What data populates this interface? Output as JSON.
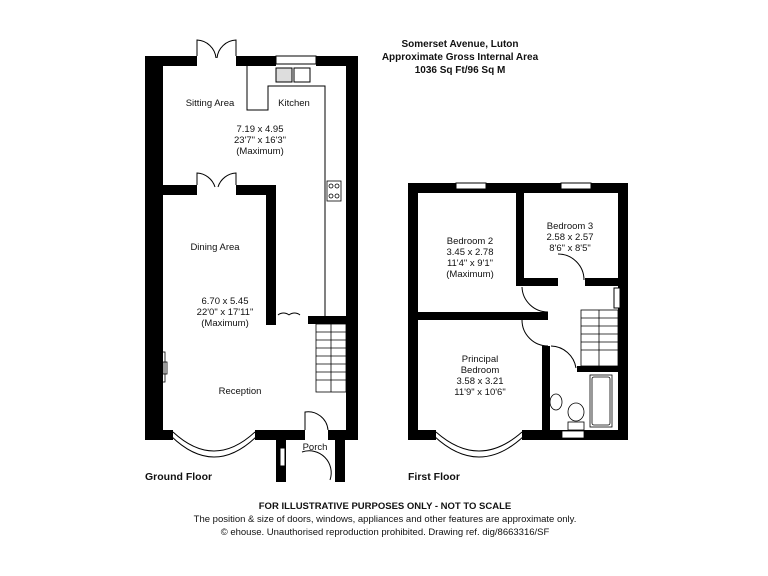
{
  "header": {
    "address": "Somerset Avenue, Luton",
    "area_label": "Approximate Gross Internal Area",
    "area_value": "1036 Sq Ft/96 Sq M"
  },
  "floors": [
    {
      "name": "Ground Floor",
      "rooms": [
        {
          "name": "Sitting Area"
        },
        {
          "name": "Kitchen"
        },
        {
          "name": "",
          "metric": "7.19 x 4.95",
          "imperial": "23'7\" x 16'3\"",
          "note": "(Maximum)"
        },
        {
          "name": "Dining Area"
        },
        {
          "name": "",
          "metric": "6.70 x 5.45",
          "imperial": "22'0\" x 17'11\"",
          "note": "(Maximum)"
        },
        {
          "name": "Reception"
        },
        {
          "name": "Porch"
        }
      ]
    },
    {
      "name": "First Floor",
      "rooms": [
        {
          "name": "Bedroom 2",
          "metric": "3.45 x 2.78",
          "imperial": "11'4\" x 9'1\"",
          "note": "(Maximum)"
        },
        {
          "name": "Bedroom 3",
          "metric": "2.58 x 2.57",
          "imperial": "8'6\" x 8'5\""
        },
        {
          "name_line1": "Principal",
          "name_line2": "Bedroom",
          "metric": "3.58 x 3.21",
          "imperial": "11'9\" x 10'6\""
        }
      ]
    }
  ],
  "footer": {
    "disclaimer": "FOR ILLUSTRATIVE PURPOSES ONLY - NOT TO SCALE",
    "note": "The position & size of doors, windows, appliances and other features are approximate only.",
    "copyright": "© ehouse. Unauthorised reproduction prohibited. Drawing ref. dig/8663316/SF"
  },
  "colors": {
    "wall": "#000000",
    "background": "#ffffff",
    "fixture": "#555555"
  }
}
